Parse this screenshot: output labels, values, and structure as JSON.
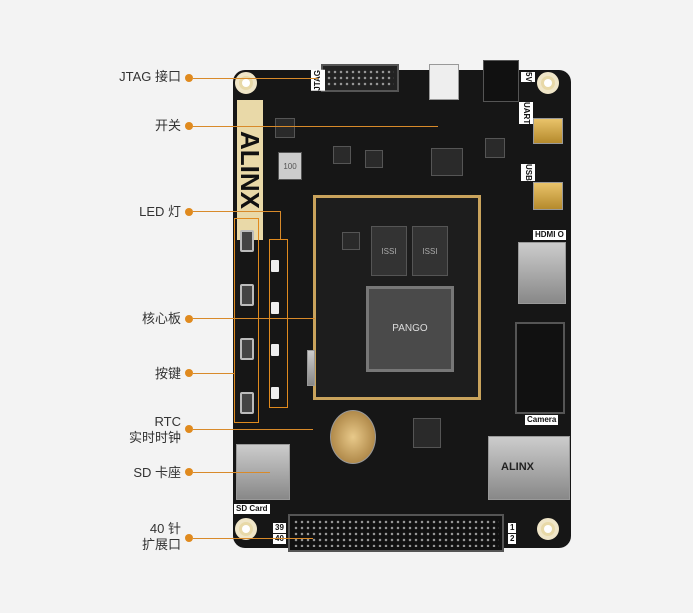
{
  "callouts": [
    {
      "id": "jtag",
      "label": "JTAG 接口"
    },
    {
      "id": "switch",
      "label": "开关"
    },
    {
      "id": "led",
      "label": "LED 灯"
    },
    {
      "id": "core",
      "label": "核心板"
    },
    {
      "id": "keys",
      "label": "按键"
    },
    {
      "id": "rtc",
      "label_line1": "RTC",
      "label_line2": "实时时钟"
    },
    {
      "id": "sd",
      "label": "SD 卡座"
    },
    {
      "id": "gpio",
      "label_line1": "40 针",
      "label_line2": "扩展口"
    }
  ],
  "board": {
    "logo": "ALINX",
    "silk": {
      "jtag": "JTAG",
      "power": "5V",
      "uart": "UART",
      "usb": "USB",
      "hdmi": "HDMI O",
      "camera": "Camera",
      "sd": "SD Card",
      "pin39": "39",
      "pin40": "40",
      "pin1": "1",
      "pin2": "2",
      "inductor": "100",
      "fpga": "PANGO",
      "eth": "ALINX",
      "mem1": "ISSI",
      "mem2": "ISSI"
    }
  },
  "colors": {
    "accent": "#e08a1e",
    "board": "#161616",
    "gold": "#c9a35c"
  }
}
